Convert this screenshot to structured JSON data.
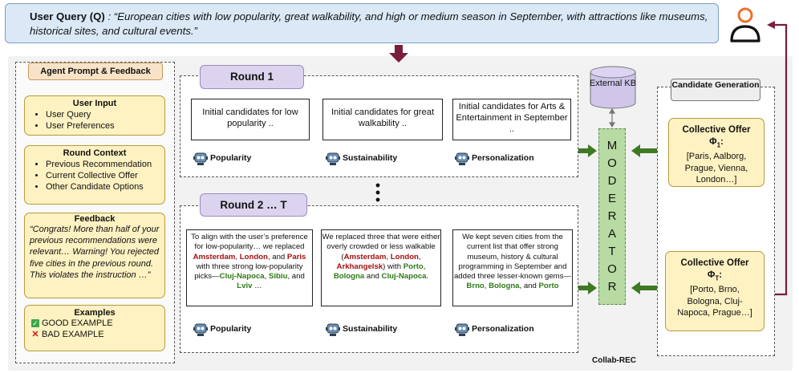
{
  "query": {
    "label": "User Query (Q)",
    "text": " : “European cities with low popularity, great walkability, and high or medium season in September, with attractions like museums, historical sites, and cultural events.”"
  },
  "left_panel": {
    "title": "Agent Prompt & Feedback",
    "user_input": {
      "title": "User Input",
      "items": [
        "User Query",
        "User Preferences"
      ]
    },
    "round_context": {
      "title": "Round Context",
      "items": [
        "Previous Recommendation",
        "Current Collective Offer",
        "Other Candidate Options"
      ]
    },
    "feedback": {
      "title": "Feedback",
      "text": "“Congrats! More than half of your previous recommendations were relevant… Warning! You rejected five cities in the previous round. This violates the instruction …”"
    },
    "examples": {
      "title": "Examples",
      "good": "GOOD EXAMPLE",
      "bad": "BAD EXAMPLE"
    }
  },
  "round1": {
    "title": "Round 1",
    "agents": [
      {
        "name": "Popularity",
        "bubble": "Initial candidates for low popularity .."
      },
      {
        "name": "Sustainability",
        "bubble": "Initial candidates for great walkability .."
      },
      {
        "name": "Personalization",
        "bubble": "Initial candidates for Arts & Entertainment in September .."
      }
    ]
  },
  "round2": {
    "title": "Round 2 … T",
    "agents": [
      {
        "name": "Popularity",
        "t1": "To align with the user’s preference for low-popularity… we replaced ",
        "r1": "Amsterdam",
        "t2": ", ",
        "r2": "London",
        "t3": ", and ",
        "r3": "Paris",
        "t4": " with three strong low-popularity picks—",
        "g1": "Cluj-Napoca",
        "t5": ", ",
        "g2": "Sibiu",
        "t6": ", and ",
        "g3": "Lviv",
        "t7": " …"
      },
      {
        "name": "Sustainability",
        "t1": "We replaced three that were either overly crowded or less walkable (",
        "r1": "Amsterdam",
        "t2": ", ",
        "r2": "London",
        "t3": ", ",
        "r3": "Arkhangelsk",
        "t4": ") with ",
        "g1": "Porto",
        "t5": ", ",
        "g2": "Bologna",
        "t6": " and ",
        "g3": "Cluj-Napoca",
        "t7": "."
      },
      {
        "name": "Personalization",
        "t1": "We kept seven cities from the current list that offer strong museum, history & cultural programming in September and added three lesser-known gems—",
        "g1": "Brno",
        "t2": ", ",
        "g2": "Bologna",
        "t3": ", and ",
        "g3": "Porto"
      }
    ]
  },
  "external_kb": "External KB",
  "moderator_letters": [
    "M",
    "O",
    "D",
    "E",
    "R",
    "A",
    "T",
    "O",
    "R"
  ],
  "footnote": "Collab-REC",
  "candidate": {
    "title": "Candidate Generation",
    "offer1": {
      "title": "Collective Offer",
      "sym": "Φ",
      "sub": "1",
      "colon": ":",
      "cities": "[Paris, Aalborg, Prague, Vienna, London…]"
    },
    "offer2": {
      "title": "Collective Offer",
      "sym": "Φ",
      "sub": "T",
      "colon": ":",
      "cities": "[Porto, Brno, Bologna, Cluj-Napoca, Prague…]"
    }
  },
  "colors": {
    "arrow_green": "#3f7a23",
    "arrow_maroon": "#7a1d3c",
    "user_icon": "#e8722b"
  }
}
